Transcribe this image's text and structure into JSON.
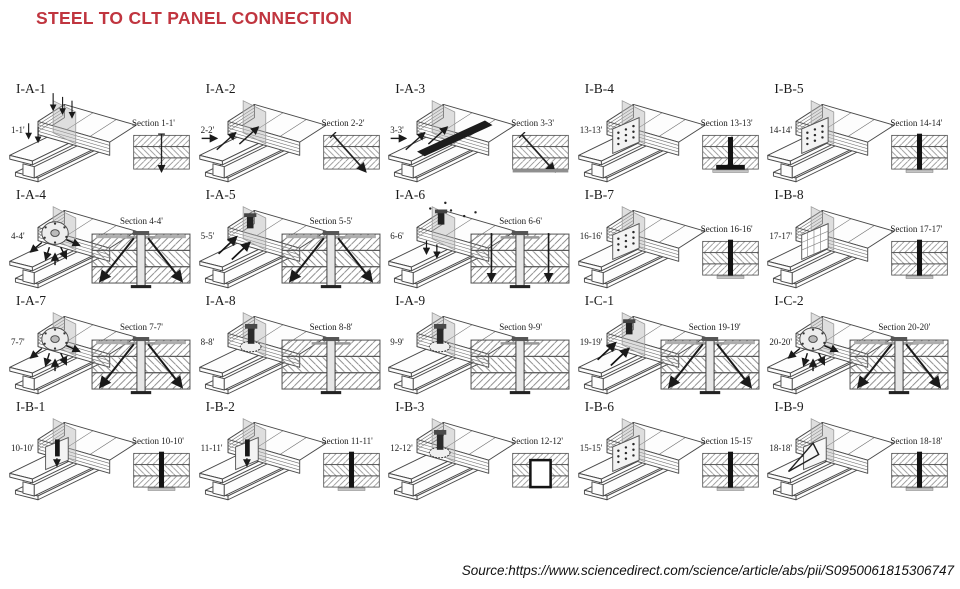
{
  "title": "STEEL TO CLT PANEL CONNECTION",
  "source": "Source:https://www.sciencedirect.com/science/article/abs/pii/S0950061815306747",
  "colors": {
    "accent": "#c0353f",
    "line": "#4a4a4a"
  },
  "cells": [
    {
      "id": "I-A-1",
      "callout": "1-1'",
      "section_label": "Section 1-1'",
      "iso": "screws-vertical",
      "section": "screw-vertical",
      "wide": false
    },
    {
      "id": "I-A-2",
      "callout": "2-2'",
      "section_label": "Section 2-2'",
      "iso": "screws-inclined",
      "section": "screw-diagonal",
      "wide": false
    },
    {
      "id": "I-A-3",
      "callout": "3-3'",
      "section_label": "Section 3-3'",
      "iso": "screws-inclined-plate",
      "section": "screw-diagonal-plate",
      "wide": false
    },
    {
      "id": "I-B-4",
      "callout": "13-13'",
      "section_label": "Section 13-13'",
      "iso": "plate-grid",
      "section": "plate-T",
      "wide": false
    },
    {
      "id": "I-B-5",
      "callout": "14-14'",
      "section_label": "Section 14-14'",
      "iso": "plate-grid",
      "section": "plate-vertical",
      "wide": false
    },
    {
      "id": "I-A-4",
      "callout": "4-4'",
      "section_label": "Section 4-4'",
      "iso": "flange-circle",
      "section": "bolt-splay",
      "wide": true
    },
    {
      "id": "I-A-5",
      "callout": "5-5'",
      "section_label": "Section 5-5'",
      "iso": "bolt-inclined",
      "section": "bolt-splay",
      "wide": true
    },
    {
      "id": "I-A-6",
      "callout": "6-6'",
      "section_label": "Section 6-6'",
      "iso": "bolt-screws",
      "section": "bolt-side-screws",
      "wide": true
    },
    {
      "id": "I-B-7",
      "callout": "16-16'",
      "section_label": "Section 16-16'",
      "iso": "plate-grid",
      "section": "plate-vertical",
      "wide": false
    },
    {
      "id": "I-B-8",
      "callout": "17-17'",
      "section_label": "Section 17-17'",
      "iso": "plate-mesh",
      "section": "plate-vertical",
      "wide": false
    },
    {
      "id": "I-A-7",
      "callout": "7-7'",
      "section_label": "Section 7-7'",
      "iso": "flange-circle",
      "section": "bolt-splay",
      "wide": true
    },
    {
      "id": "I-A-8",
      "callout": "8-8'",
      "section_label": "Section 8-8'",
      "iso": "bolt",
      "section": "bolt-central",
      "wide": true
    },
    {
      "id": "I-A-9",
      "callout": "9-9'",
      "section_label": "Section 9-9'",
      "iso": "bolt",
      "section": "bolt-central",
      "wide": true
    },
    {
      "id": "I-C-1",
      "callout": "19-19'",
      "section_label": "Section 19-19'",
      "iso": "bolt-inclined",
      "section": "bolt-splay",
      "wide": true
    },
    {
      "id": "I-C-2",
      "callout": "20-20'",
      "section_label": "Section 20-20'",
      "iso": "flange-circle",
      "section": "bolt-splay",
      "wide": true
    },
    {
      "id": "I-B-1",
      "callout": "10-10'",
      "section_label": "Section 10-10'",
      "iso": "plate-plain",
      "section": "plate-vertical",
      "wide": false
    },
    {
      "id": "I-B-2",
      "callout": "11-11'",
      "section_label": "Section 11-11'",
      "iso": "plate-plain",
      "section": "plate-vertical",
      "wide": false
    },
    {
      "id": "I-B-3",
      "callout": "12-12'",
      "section_label": "Section 12-12'",
      "iso": "bolt",
      "section": "hollow-square",
      "wide": false
    },
    {
      "id": "I-B-6",
      "callout": "15-15'",
      "section_label": "Section 15-15'",
      "iso": "plate-grid",
      "section": "plate-vertical",
      "wide": false
    },
    {
      "id": "I-B-9",
      "callout": "18-18'",
      "section_label": "Section 18-18'",
      "iso": "plate-diag",
      "section": "plate-vertical",
      "wide": false
    }
  ]
}
